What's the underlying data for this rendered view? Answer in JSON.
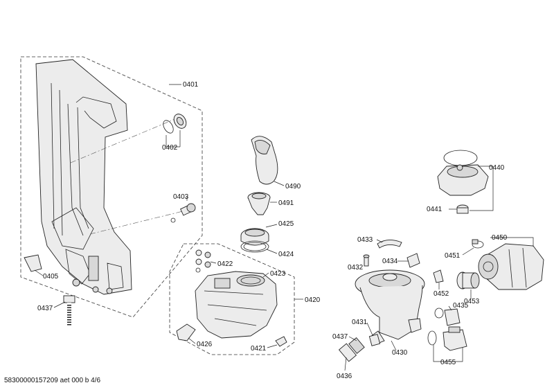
{
  "footer": "58300000157209 aet 000 b 4/6",
  "labels": {
    "p0401": "0401",
    "p0402": "0402",
    "p0403": "0403",
    "p0405": "0405",
    "p0437a": "0437",
    "p0490": "0490",
    "p0491": "0491",
    "p0425": "0425",
    "p0424": "0424",
    "p0422": "0422",
    "p0423": "0423",
    "p0420": "0420",
    "p0426": "0426",
    "p0421": "0421",
    "p0440": "0440",
    "p0441": "0441",
    "p0450": "0450",
    "p0451": "0451",
    "p0433": "0433",
    "p0432": "0432",
    "p0434": "0434",
    "p0452": "0452",
    "p0453": "0453",
    "p0435": "0435",
    "p0431": "0431",
    "p0437b": "0437",
    "p0430": "0430",
    "p0455": "0455",
    "p0436": "0436"
  }
}
